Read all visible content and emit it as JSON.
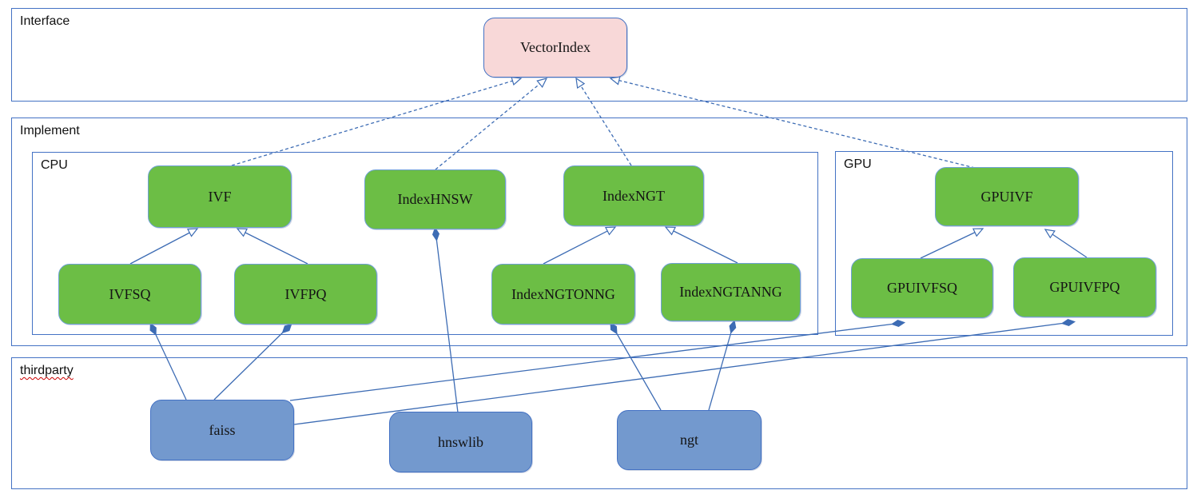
{
  "diagram": {
    "containers": {
      "interface": {
        "label": "Interface"
      },
      "implement": {
        "label": "Implement"
      },
      "cpu": {
        "label": "CPU"
      },
      "gpu": {
        "label": "GPU"
      },
      "thirdparty": {
        "label": "thirdparty"
      }
    },
    "nodes": {
      "vectorindex": {
        "label": "VectorIndex",
        "kind": "interface",
        "container": "interface"
      },
      "ivf": {
        "label": "IVF",
        "kind": "class",
        "container": "cpu"
      },
      "indexhnsw": {
        "label": "IndexHNSW",
        "kind": "class",
        "container": "cpu"
      },
      "indexngt": {
        "label": "IndexNGT",
        "kind": "class",
        "container": "cpu"
      },
      "ivfsq": {
        "label": "IVFSQ",
        "kind": "class",
        "container": "cpu"
      },
      "ivfpq": {
        "label": "IVFPQ",
        "kind": "class",
        "container": "cpu"
      },
      "indexngtonng": {
        "label": "IndexNGTONNG",
        "kind": "class",
        "container": "cpu"
      },
      "indexngtanng": {
        "label": "IndexNGTANNG",
        "kind": "class",
        "container": "cpu"
      },
      "gpuivf": {
        "label": "GPUIVF",
        "kind": "class",
        "container": "gpu"
      },
      "gpuivfsq": {
        "label": "GPUIVFSQ",
        "kind": "class",
        "container": "gpu"
      },
      "gpuivfpq": {
        "label": "GPUIVFPQ",
        "kind": "class",
        "container": "gpu"
      },
      "faiss": {
        "label": "faiss",
        "kind": "library",
        "container": "thirdparty"
      },
      "hnswlib": {
        "label": "hnswlib",
        "kind": "library",
        "container": "thirdparty"
      },
      "ngt": {
        "label": "ngt",
        "kind": "library",
        "container": "thirdparty"
      }
    },
    "edges": [
      {
        "from": "ivf",
        "to": "vectorindex",
        "relation": "realizes"
      },
      {
        "from": "indexhnsw",
        "to": "vectorindex",
        "relation": "realizes"
      },
      {
        "from": "indexngt",
        "to": "vectorindex",
        "relation": "realizes"
      },
      {
        "from": "gpuivf",
        "to": "vectorindex",
        "relation": "realizes"
      },
      {
        "from": "ivfsq",
        "to": "ivf",
        "relation": "extends"
      },
      {
        "from": "ivfpq",
        "to": "ivf",
        "relation": "extends"
      },
      {
        "from": "indexngtonng",
        "to": "indexngt",
        "relation": "extends"
      },
      {
        "from": "indexngtanng",
        "to": "indexngt",
        "relation": "extends"
      },
      {
        "from": "gpuivfsq",
        "to": "gpuivf",
        "relation": "extends"
      },
      {
        "from": "gpuivfpq",
        "to": "gpuivf",
        "relation": "extends"
      },
      {
        "from": "faiss",
        "to": "ivfsq",
        "relation": "composes"
      },
      {
        "from": "faiss",
        "to": "ivfpq",
        "relation": "composes"
      },
      {
        "from": "faiss",
        "to": "gpuivfsq",
        "relation": "composes"
      },
      {
        "from": "faiss",
        "to": "gpuivfpq",
        "relation": "composes"
      },
      {
        "from": "hnswlib",
        "to": "indexhnsw",
        "relation": "composes"
      },
      {
        "from": "ngt",
        "to": "indexngtonng",
        "relation": "composes"
      },
      {
        "from": "ngt",
        "to": "indexngtanng",
        "relation": "composes"
      }
    ],
    "colors": {
      "interface_node_fill": "#f8d8d8",
      "class_node_fill": "#6cbe45",
      "library_node_fill": "#7399ce",
      "edge_stroke": "#3d6cb4",
      "container_stroke": "#4472c4",
      "spellcheck_underline": "#cc0000"
    }
  }
}
